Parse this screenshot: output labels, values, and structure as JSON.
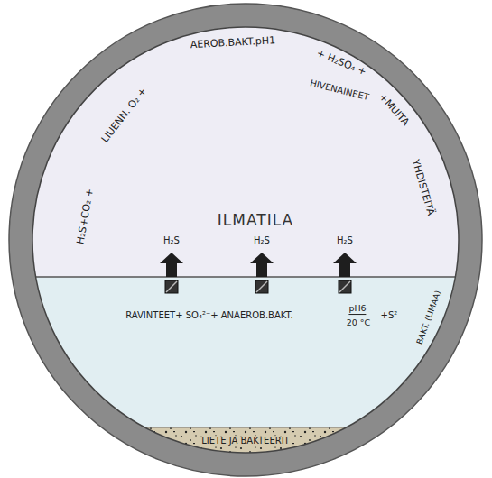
{
  "diagram": {
    "nodes": [
      {
        "text": [
          "ILMATILA"
        ]
      },
      {
        "text": [
          "RAVINTEET+ SO₄²⁻+ ANAEROB.BAKT.",
          "pH6",
          "20 °C",
          "+S²",
          "BAKT. (LIMAA)"
        ]
      },
      {
        "text": [
          "LIETE JA BAKTEERIT"
        ]
      }
    ],
    "labels": [
      "H₂S+CO₂ +",
      "LIUENN. O₂ +",
      "AEROB.BAKT.pH1",
      "+ H₂SO₄ +",
      "HIVENAINEET",
      "+MUITA",
      "YHDISTEITÄ",
      "H₂S",
      "H₂S",
      "H₂S"
    ]
  }
}
